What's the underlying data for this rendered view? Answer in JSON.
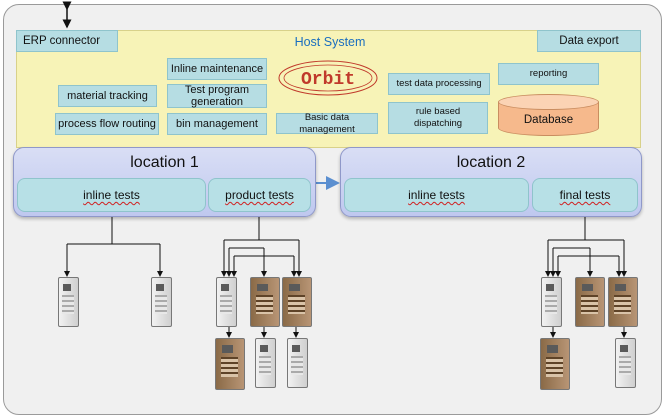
{
  "host": {
    "title": "Host System",
    "erp": "ERP connector",
    "export": "Data export",
    "logo": "Orbit",
    "modules": {
      "material_tracking": "material tracking",
      "process_flow": "process flow routing",
      "inline_maintenance": "Inline maintenance",
      "test_program": "Test program generation",
      "bin_management": "bin management",
      "basic_data": "Basic data management",
      "test_data_processing": "test data processing",
      "rule_based": "rule based dispatching",
      "reporting": "reporting",
      "database": "Database"
    }
  },
  "locations": [
    {
      "title": "location 1",
      "left_box": "inline tests",
      "right_box": "product tests"
    },
    {
      "title": "location 2",
      "left_box": "inline tests",
      "right_box": "final tests"
    }
  ],
  "colors": {
    "host_bg": "#f7f3b7",
    "tile": "#b6dde3",
    "location": "#c9d0f1",
    "database": "#f6b98c",
    "host_title": "#1b6fbf",
    "logo": "#c0392b",
    "arrow": "#5b8fd0"
  }
}
